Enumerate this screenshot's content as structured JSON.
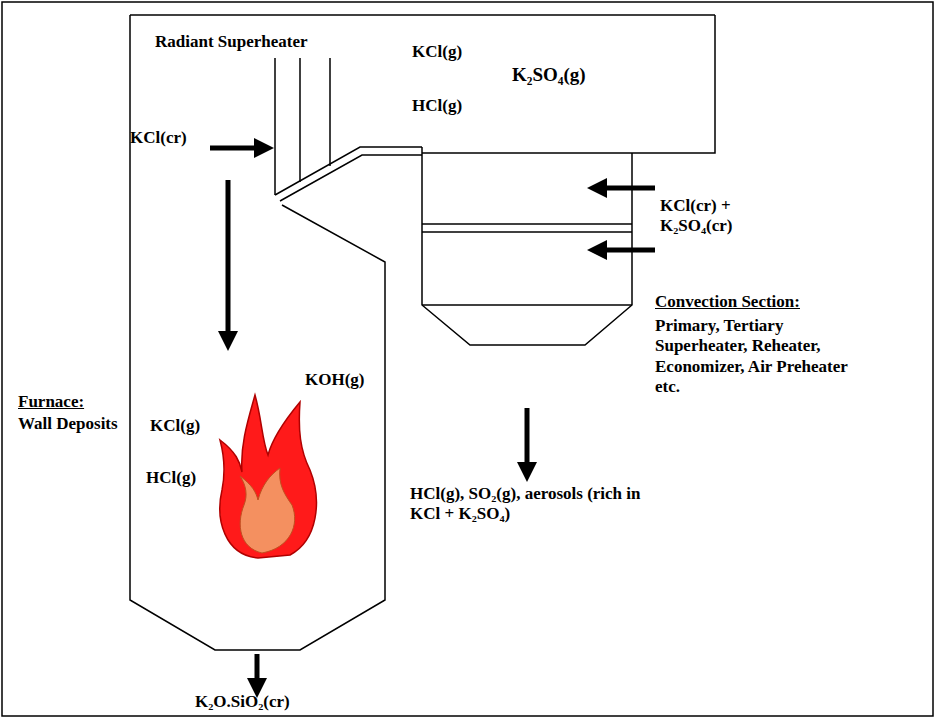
{
  "diagram": {
    "labels": [
      "Radiant Superheater",
      "KCl(g)",
      "HCl(g)",
      "K₂SO₄(g)",
      "KCl(cr)",
      "KCl(cr) + K₂SO₄(cr)",
      "Convection Section:",
      "Primary, Tertiary Superheater, Reheater, Economizer, Air Preheater etc.",
      "Furnace:",
      "Wall Deposits",
      "KCl(g)",
      "KOH(g)",
      "HCl(g)",
      "HCl(g), SO₂(g), aerosols (rich in KCl + K₂SO₄)",
      "K₂O.SiO₂(cr)"
    ]
  }
}
